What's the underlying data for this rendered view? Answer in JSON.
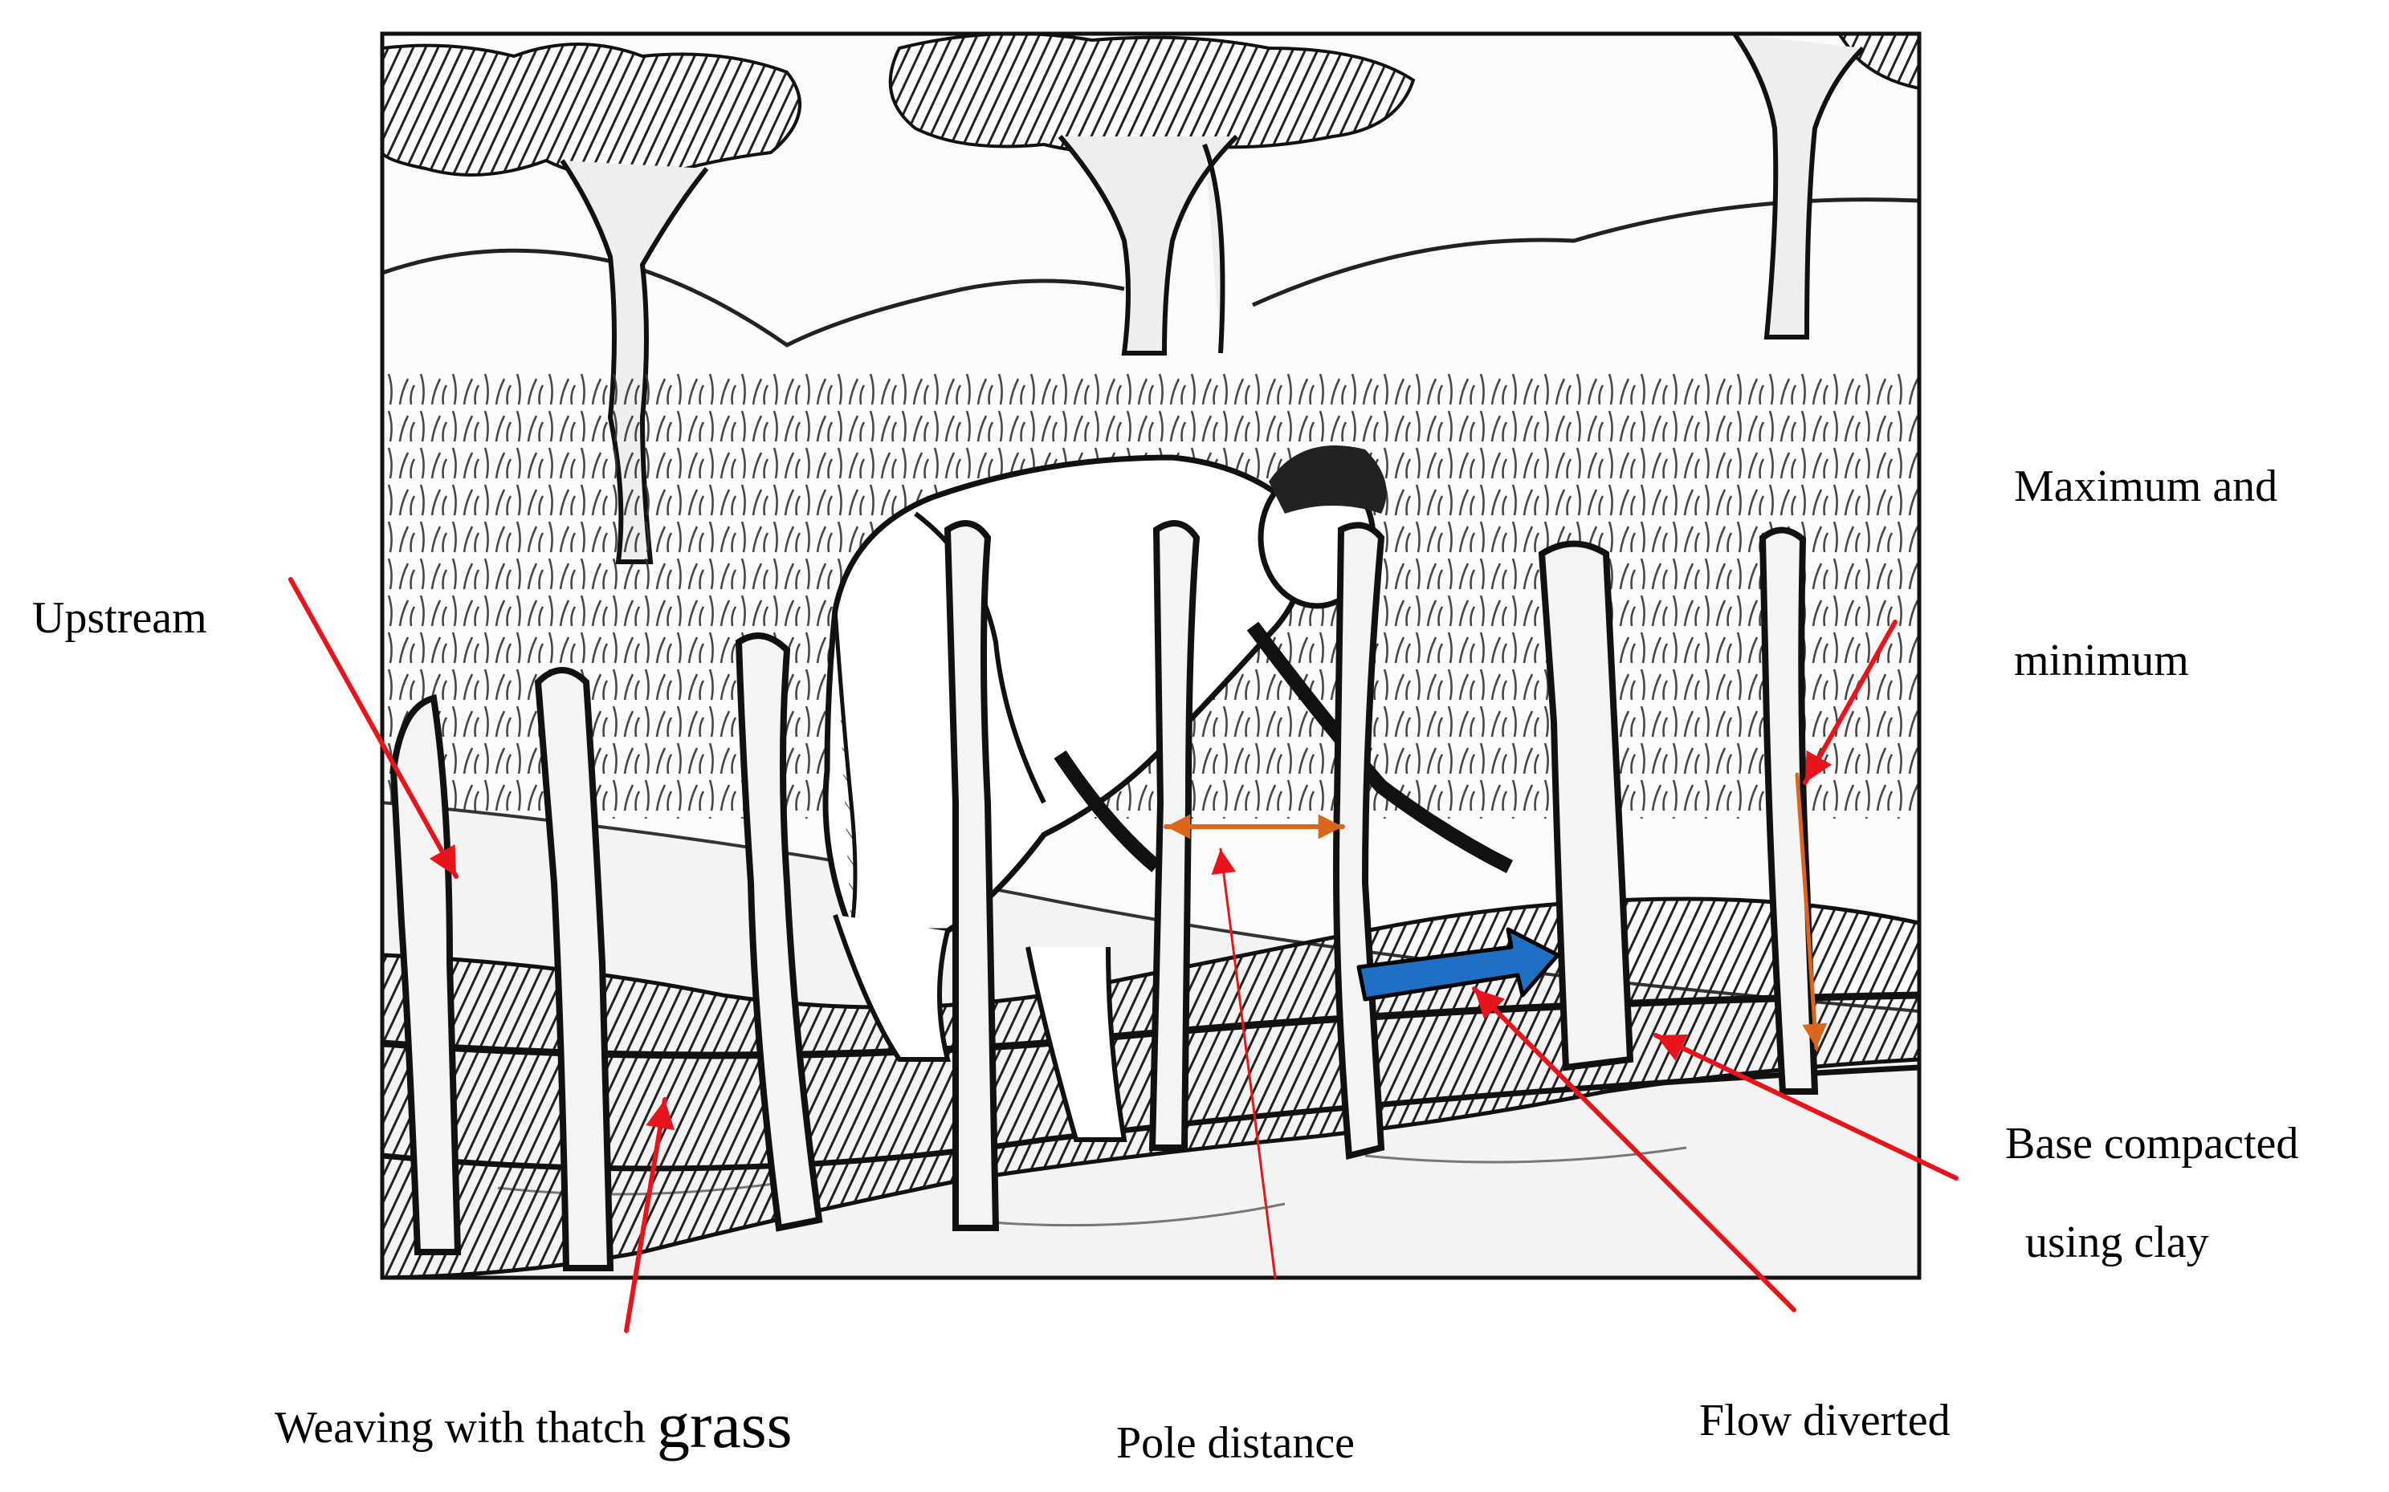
{
  "labels": {
    "upstream": "Upstream",
    "max_min_line1": "Maximum and",
    "max_min_line2": "minimum",
    "base_line1": "Base compacted",
    "base_line2": "using clay",
    "weaving_prefix": "Weaving with thatch ",
    "weaving_suffix": "grass",
    "pole_distance": "Pole distance",
    "flow_diverted": "Flow diverted"
  },
  "colors": {
    "pointer_arrow": "#e8141b",
    "measure_arrow": "#d9661a",
    "flow_arrow": "#1f6fc4",
    "ink": "#1a1a1a"
  }
}
